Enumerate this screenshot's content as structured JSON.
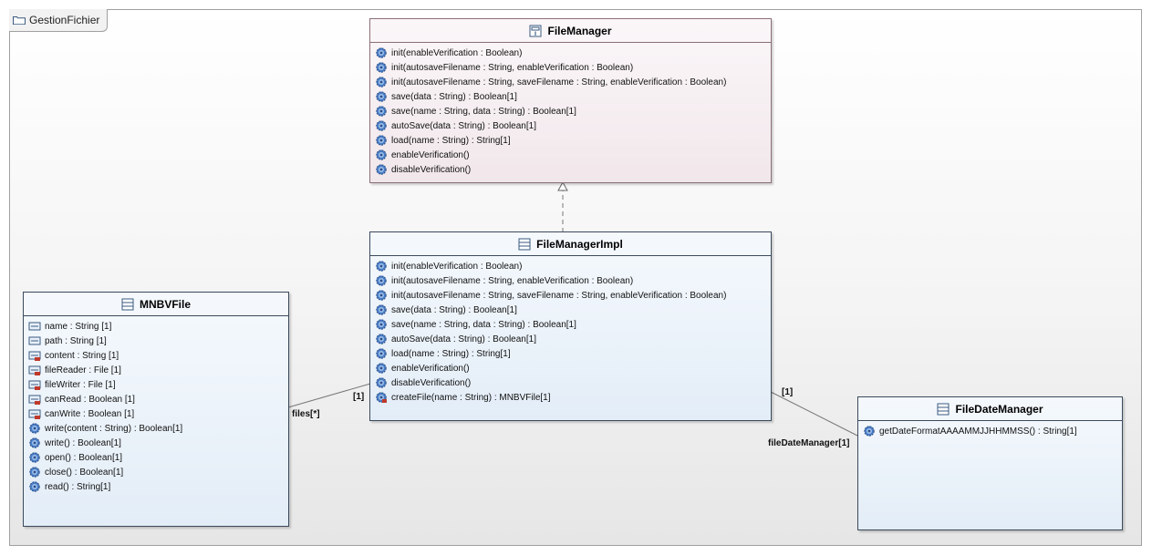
{
  "package": {
    "name": "GestionFichier"
  },
  "classes": {
    "file_manager": {
      "name": "FileManager",
      "operations": [
        "init(enableVerification : Boolean)",
        "init(autosaveFilename : String, enableVerification : Boolean)",
        "init(autosaveFilename : String, saveFilename : String, enableVerification : Boolean)",
        "save(data : String) : Boolean[1]",
        "save(name : String, data : String) : Boolean[1]",
        "autoSave(data : String) : Boolean[1]",
        "load(name : String) : String[1]",
        "enableVerification()",
        "disableVerification()"
      ]
    },
    "file_manager_impl": {
      "name": "FileManagerImpl",
      "operations": [
        "init(enableVerification : Boolean)",
        "init(autosaveFilename : String, enableVerification : Boolean)",
        "init(autosaveFilename : String, saveFilename : String, enableVerification : Boolean)",
        "save(data : String) : Boolean[1]",
        "save(name : String, data : String) : Boolean[1]",
        "autoSave(data : String) : Boolean[1]",
        "load(name : String) : String[1]",
        "enableVerification()",
        "disableVerification()",
        "createFile(name : String) : MNBVFile[1]"
      ]
    },
    "mnbv_file": {
      "name": "MNBVFile",
      "attributes": [
        "name : String [1]",
        "path : String [1]",
        "content : String [1]",
        "fileReader : File [1]",
        "fileWriter : File [1]",
        "canRead : Boolean [1]",
        "canWrite : Boolean [1]"
      ],
      "operations": [
        "write(content : String) : Boolean[1]",
        "write() : Boolean[1]",
        "open() : Boolean[1]",
        "close() : Boolean[1]",
        "read() : String[1]"
      ]
    },
    "file_date_manager": {
      "name": "FileDateManager",
      "operations": [
        "getDateFormatAAAAMMJJHHMMSS() : String[1]"
      ]
    }
  },
  "associations": {
    "impl_files": {
      "source_mult": "[1]",
      "target_role": "files[*]"
    },
    "impl_date": {
      "source_mult": "[1]",
      "target_role": "fileDateManager[1]"
    }
  },
  "colors": {
    "interface_fill": "#f5eef1",
    "class_fill": "#eaf1f8",
    "border": "#3a4a5c",
    "operation_icon": "#3f6fb5"
  }
}
